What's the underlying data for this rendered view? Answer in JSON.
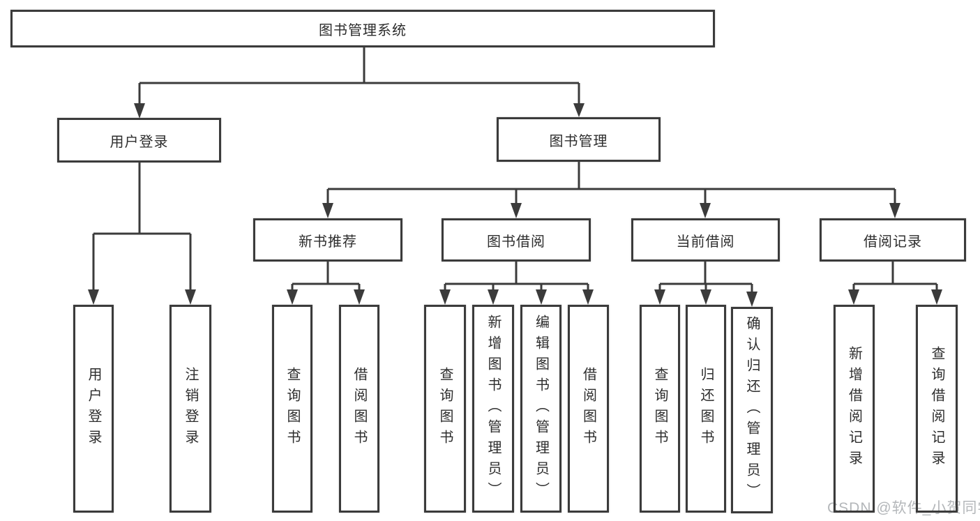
{
  "diagram": {
    "root": {
      "label": "图书管理系统"
    },
    "branches": [
      {
        "label": "用户登录",
        "children": [
          {
            "label": "用户登录"
          },
          {
            "label": "注销登录"
          }
        ]
      },
      {
        "label": "图书管理",
        "children": [
          {
            "label": "新书推荐",
            "children": [
              {
                "label": "查询图书"
              },
              {
                "label": "借阅图书"
              }
            ]
          },
          {
            "label": "图书借阅",
            "children": [
              {
                "label": "查询图书"
              },
              {
                "label": "新增图书（管理员）"
              },
              {
                "label": "编辑图书（管理员）"
              },
              {
                "label": "借阅图书"
              }
            ]
          },
          {
            "label": "当前借阅",
            "children": [
              {
                "label": "查询图书"
              },
              {
                "label": "归还图书"
              },
              {
                "label": "确认归还（管理员）"
              }
            ]
          },
          {
            "label": "借阅记录",
            "children": [
              {
                "label": "新增借阅记录"
              },
              {
                "label": "查询借阅记录"
              }
            ]
          }
        ]
      }
    ]
  },
  "watermark": {
    "text": "CSDN @软件_小贺同学"
  },
  "colors": {
    "line": "#3b3b3b",
    "box_border": "#3b3b3b",
    "box_fill": "#ffffff",
    "text": "#2d2d2d",
    "watermark": "#b4b7ba",
    "background": "#ffffff"
  }
}
